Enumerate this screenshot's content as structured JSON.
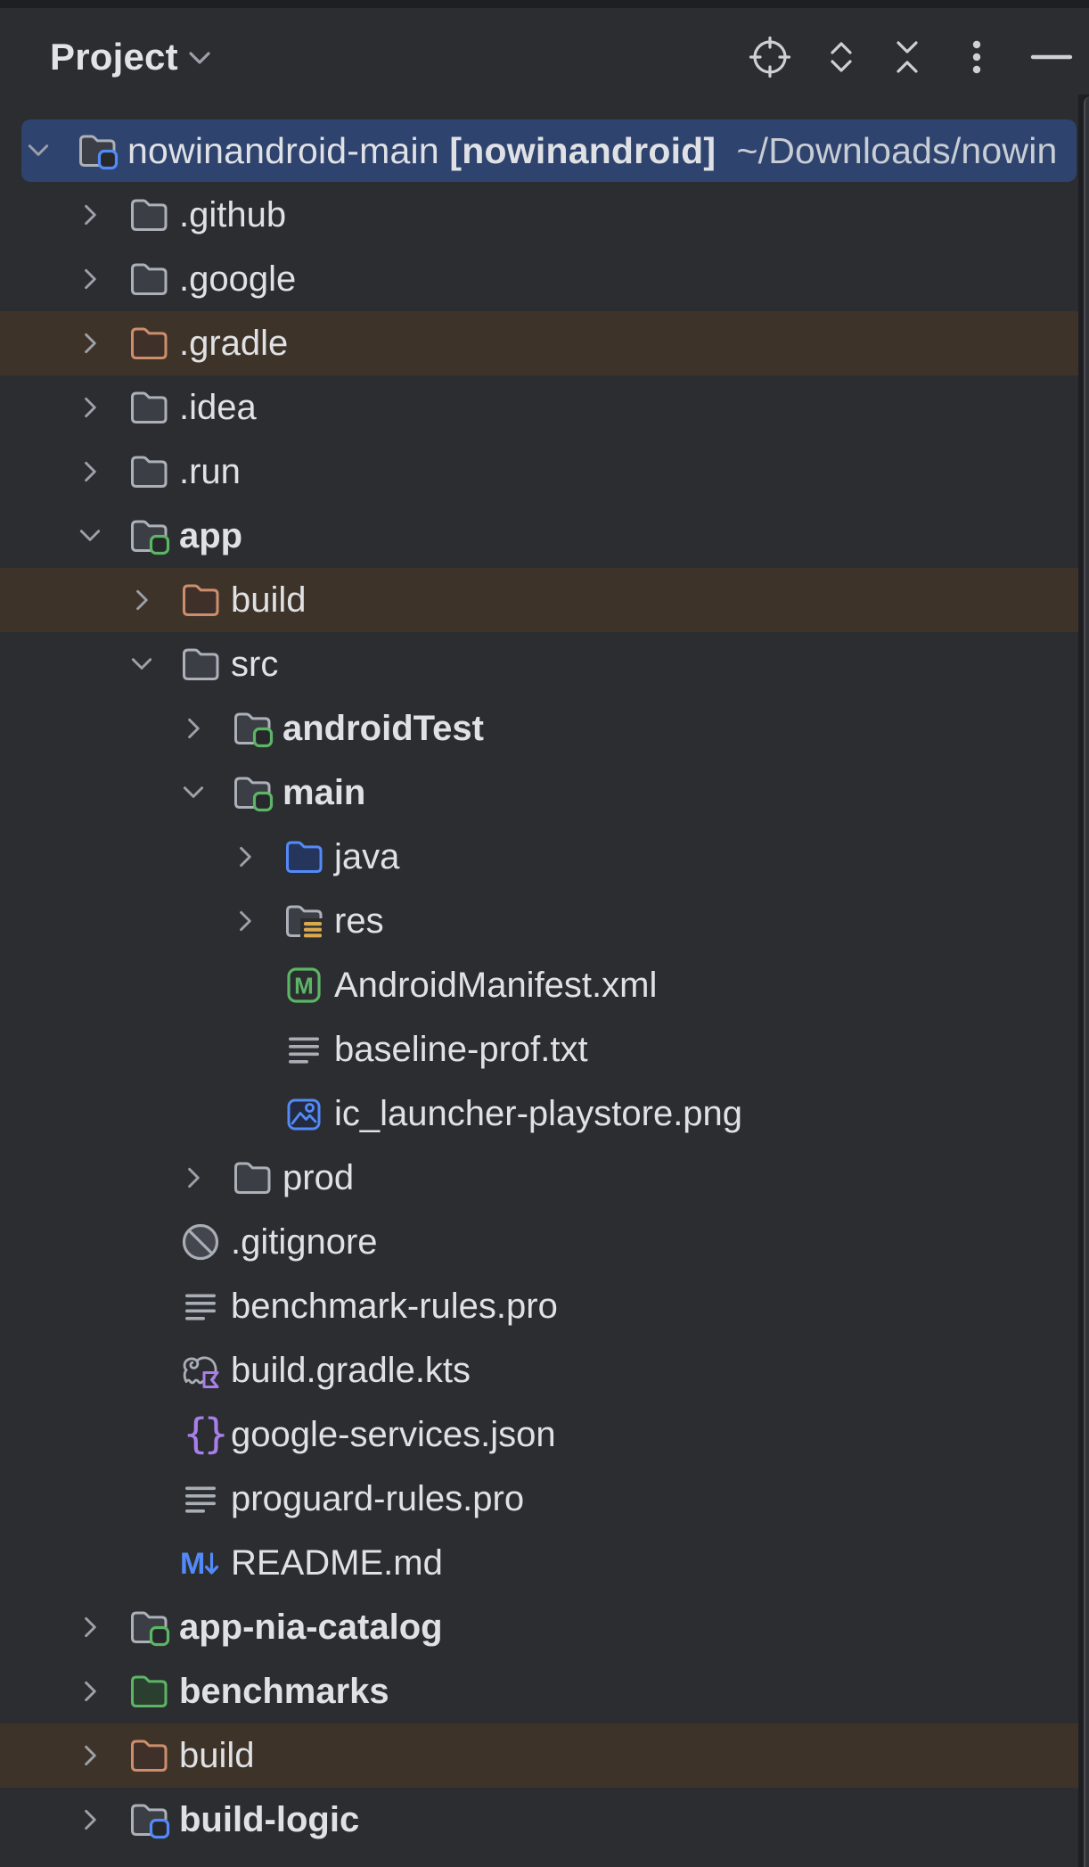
{
  "panel": {
    "title": "Project",
    "toolbar": {
      "locate": "select-opened-file",
      "expand_all": "expand-all",
      "collapse_all": "collapse-all",
      "options": "more-options",
      "hide": "hide-panel"
    }
  },
  "colors": {
    "background": "#2b2d31",
    "top_border": "#1e1f22",
    "selection": "#2e436e",
    "excluded_row": "#3e3329",
    "text": "#dfe1e5",
    "path_text": "#c9cdd4",
    "chevron": "#9da0a8",
    "toolbar_icon": "#ced0d6",
    "folder_stroke": "#acb0b8",
    "folder_fill": "#3b3e44",
    "excluded_folder": "#ce8e6d",
    "java_folder": "#548af7",
    "green": "#5cb564",
    "blue": "#548af7",
    "yellow": "#d9a94f",
    "purple": "#a87fe8",
    "gray_icon": "#a9adb5"
  },
  "tree": {
    "rows": [
      {
        "name": "nowinandroid-main",
        "bracket": "[nowinandroid]",
        "path": "~/Downloads/nowin",
        "label": "nowinandroid-main",
        "level": 0,
        "icon": "folder-badge-blue",
        "chevron": "expanded",
        "selected": true
      },
      {
        "label": ".github",
        "level": 1,
        "icon": "folder",
        "chevron": "collapsed"
      },
      {
        "label": ".google",
        "level": 1,
        "icon": "folder",
        "chevron": "collapsed"
      },
      {
        "label": ".gradle",
        "level": 1,
        "icon": "folder-excluded",
        "chevron": "collapsed",
        "highlight": true
      },
      {
        "label": ".idea",
        "level": 1,
        "icon": "folder",
        "chevron": "collapsed"
      },
      {
        "label": ".run",
        "level": 1,
        "icon": "folder",
        "chevron": "collapsed"
      },
      {
        "label": "app",
        "level": 1,
        "icon": "folder-badge-green",
        "chevron": "expanded",
        "bold": true
      },
      {
        "label": "build",
        "level": 2,
        "icon": "folder-excluded",
        "chevron": "collapsed",
        "highlight": true
      },
      {
        "label": "src",
        "level": 2,
        "icon": "folder",
        "chevron": "expanded"
      },
      {
        "label": "androidTest",
        "level": 3,
        "icon": "folder-badge-green",
        "chevron": "collapsed",
        "bold": true
      },
      {
        "label": "main",
        "level": 3,
        "icon": "folder-badge-green",
        "chevron": "expanded",
        "bold": true
      },
      {
        "label": "java",
        "level": 4,
        "icon": "folder-java",
        "chevron": "collapsed"
      },
      {
        "label": "res",
        "level": 4,
        "icon": "folder-res",
        "chevron": "collapsed"
      },
      {
        "label": "AndroidManifest.xml",
        "level": 4,
        "icon": "manifest"
      },
      {
        "label": "baseline-prof.txt",
        "level": 4,
        "icon": "text-file"
      },
      {
        "label": "ic_launcher-playstore.png",
        "level": 4,
        "icon": "image-file"
      },
      {
        "label": "prod",
        "level": 3,
        "icon": "folder",
        "chevron": "collapsed"
      },
      {
        "label": ".gitignore",
        "level": 2,
        "icon": "ignored"
      },
      {
        "label": "benchmark-rules.pro",
        "level": 2,
        "icon": "text-file"
      },
      {
        "label": "build.gradle.kts",
        "level": 2,
        "icon": "gradle-kts"
      },
      {
        "label": "google-services.json",
        "level": 2,
        "icon": "json"
      },
      {
        "label": "proguard-rules.pro",
        "level": 2,
        "icon": "text-file"
      },
      {
        "label": "README.md",
        "level": 2,
        "icon": "markdown"
      },
      {
        "label": "app-nia-catalog",
        "level": 1,
        "icon": "folder-badge-green",
        "chevron": "collapsed",
        "bold": true
      },
      {
        "label": "benchmarks",
        "level": 1,
        "icon": "folder-green",
        "chevron": "collapsed",
        "bold": true
      },
      {
        "label": "build",
        "level": 1,
        "icon": "folder-excluded",
        "chevron": "collapsed",
        "highlight": true
      },
      {
        "label": "build-logic",
        "level": 1,
        "icon": "folder-badge-blue",
        "chevron": "collapsed",
        "bold": true
      }
    ]
  }
}
